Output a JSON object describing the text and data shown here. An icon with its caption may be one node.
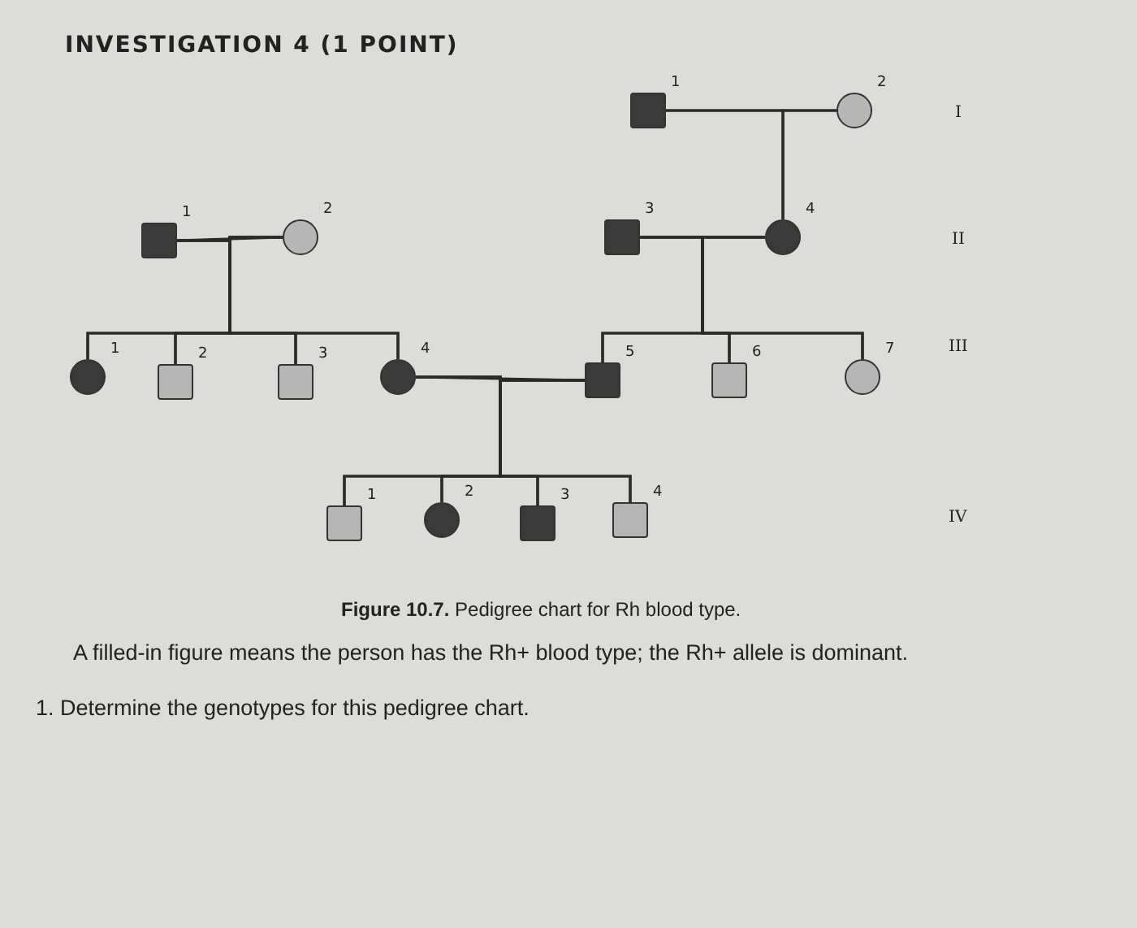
{
  "diagram": {
    "title": "INVESTIGATION 4 (1 POINT)",
    "caption": "**Figure 10.7.** Pedigree chart for Rh blood type.",
    "nodes": [
      {
        "text": [],
        "shape": "box",
        "beside": [
          "1"
        ]
      },
      {
        "text": [],
        "shape": "circle",
        "beside": [
          "2"
        ]
      },
      {
        "text": [],
        "shape": "box",
        "beside": [
          "1"
        ]
      },
      {
        "text": [],
        "shape": "circle",
        "beside": [
          "2"
        ]
      },
      {
        "text": [],
        "shape": "box",
        "beside": [
          "3"
        ]
      },
      {
        "text": [],
        "shape": "circle",
        "beside": [
          "4"
        ]
      },
      {
        "text": [],
        "shape": "circle",
        "beside": [
          "1"
        ]
      },
      {
        "text": [],
        "shape": "box",
        "beside": [
          "2"
        ]
      },
      {
        "text": [],
        "shape": "box",
        "beside": [
          "3"
        ]
      },
      {
        "text": [],
        "shape": "circle",
        "beside": [
          "4"
        ]
      },
      {
        "text": [],
        "shape": "box",
        "beside": [
          "5"
        ]
      },
      {
        "text": [],
        "shape": "box",
        "beside": [
          "6"
        ]
      },
      {
        "text": [],
        "shape": "circle",
        "beside": [
          "7"
        ]
      },
      {
        "text": [],
        "shape": "box",
        "beside": [
          "1"
        ]
      },
      {
        "text": [],
        "shape": "circle",
        "beside": [
          "2"
        ]
      },
      {
        "text": [],
        "shape": "box",
        "beside": [
          "3"
        ]
      },
      {
        "text": [],
        "shape": "box",
        "beside": [
          "4"
        ]
      }
    ],
    "edges": [
      {
        "from": 0,
        "to": 1,
        "arrow": "none"
      },
      {
        "from": 0,
        "to": 5,
        "arrow": "none"
      },
      {
        "from": 1,
        "to": 5,
        "arrow": "none"
      },
      {
        "from": 2,
        "to": 3,
        "arrow": "none"
      },
      {
        "from": 4,
        "to": 5,
        "arrow": "none"
      },
      {
        "from": 2,
        "to": 6,
        "arrow": "none"
      },
      {
        "from": 2,
        "to": 7,
        "arrow": "none"
      },
      {
        "from": 2,
        "to": 8,
        "arrow": "none"
      },
      {
        "from": 2,
        "to": 9,
        "arrow": "none"
      },
      {
        "from": 3,
        "to": 6,
        "arrow": "none"
      },
      {
        "from": 3,
        "to": 7,
        "arrow": "none"
      },
      {
        "from": 3,
        "to": 8,
        "arrow": "none"
      },
      {
        "from": 3,
        "to": 9,
        "arrow": "none"
      },
      {
        "from": 4,
        "to": 10,
        "arrow": "none"
      },
      {
        "from": 4,
        "to": 11,
        "arrow": "none"
      },
      {
        "from": 4,
        "to": 12,
        "arrow": "none"
      },
      {
        "from": 5,
        "to": 10,
        "arrow": "none"
      },
      {
        "from": 5,
        "to": 11,
        "arrow": "none"
      },
      {
        "from": 5,
        "to": 12,
        "arrow": "none"
      },
      {
        "from": 9,
        "to": 10,
        "arrow": "none"
      },
      {
        "from": 9,
        "to": 13,
        "arrow": "none"
      },
      {
        "from": 9,
        "to": 14,
        "arrow": "none"
      },
      {
        "from": 9,
        "to": 15,
        "arrow": "none"
      },
      {
        "from": 9,
        "to": 16,
        "arrow": "none"
      },
      {
        "from": 10,
        "to": 13,
        "arrow": "none"
      },
      {
        "from": 10,
        "to": 14,
        "arrow": "none"
      },
      {
        "from": 10,
        "to": 15,
        "arrow": "none"
      },
      {
        "from": 10,
        "to": 16,
        "arrow": "none"
      }
    ],
    "labels": [
      "I",
      "II",
      "III",
      "IV",
      "A filled-in figure means the person has the Rh+ blood type; the Rh+ allele is dominant.",
      "1. Determine the genotypes for this pedigree chart."
    ]
  }
}
